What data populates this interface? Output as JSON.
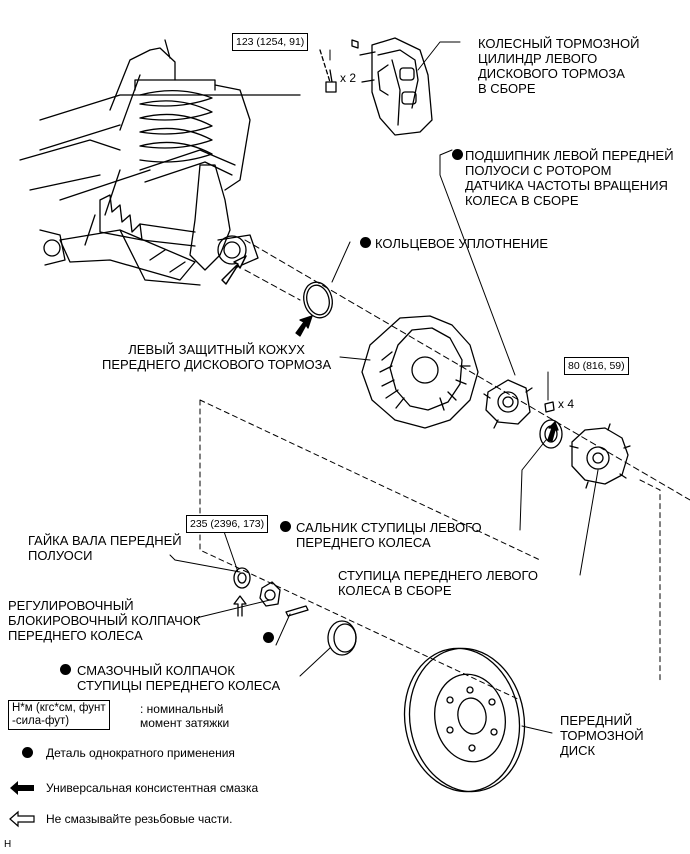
{
  "labels": {
    "caliper": "КОЛЕСНЫЙ ТОРМОЗНОЙ\nЦИЛИНДР ЛЕВОГО\nДИСКОВОГО ТОРМОЗА\nВ СБОРЕ",
    "bearing": "ПОДШИПНИК ЛЕВОЙ ПЕРЕДНЕЙ\nПОЛУОСИ С РОТОРОМ\nДАТЧИКА ЧАСТОТЫ ВРАЩЕНИЯ\nКОЛЕСА В СБОРЕ",
    "oring": "КОЛЬЦЕВОЕ УПЛОТНЕНИЕ",
    "dust_cover": "ЛЕВЫЙ ЗАЩИТНЫЙ КОЖУХ\nПЕРЕДНЕГО ДИСКОВОГО ТОРМОЗА",
    "hub_seal": "САЛЬНИК СТУПИЦЫ ЛЕВОГО\nПЕРЕДНЕГО КОЛЕСА",
    "hub": "СТУПИЦА ПЕРЕДНЕГО ЛЕВОГО\nКОЛЕСА В СБОРЕ",
    "axle_nut": "ГАЙКА ВАЛА ПЕРЕДНЕЙ\nПОЛУОСИ",
    "lock_cap": "РЕГУЛИРОВОЧНЫЙ\nБЛОКИРОВОЧНЫЙ КОЛПАЧОК\nПЕРЕДНЕГО КОЛЕСА",
    "grease_cap": "СМАЗОЧНЫЙ КОЛПАЧОК\nСТУПИЦЫ ПЕРЕДНЕГО КОЛЕСА",
    "disc": "ПЕРЕДНИЙ\nТОРМОЗНОЙ\nДИСК"
  },
  "torque": {
    "caliper": "123 (1254, 91)",
    "hub_bolt": "80 (816, 59)",
    "axle_nut": "235 (2396, 173)"
  },
  "quantities": {
    "caliper_bolts": "x 2",
    "hub_bolts": "x 4"
  },
  "legend": {
    "torque_unit": "Н*м (кгс*см, фунт\n-сила-фут)",
    "torque_desc": ": номинальный\nмомент затяжки",
    "non_reusable": "Деталь однократного применения",
    "grease": "Универсальная консистентная смазка",
    "no_grease": "Не смазывайте резьбовые части."
  },
  "footer": "H"
}
